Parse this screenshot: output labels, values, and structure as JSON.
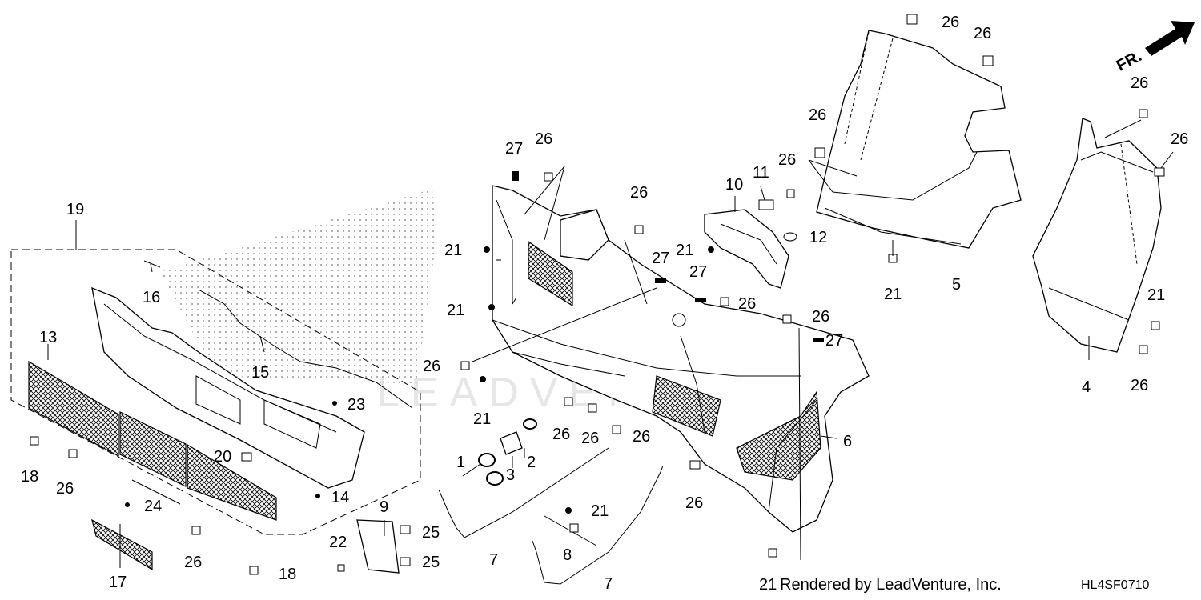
{
  "diagram": {
    "orientation_label": "FR.",
    "credit": "Rendered by LeadVenture, Inc.",
    "diagram_code": "HL4SF0710",
    "watermark": "LEADVENTURE",
    "callouts": [
      {
        "id": "c1",
        "label": "1"
      },
      {
        "id": "c2",
        "label": "2"
      },
      {
        "id": "c3",
        "label": "3"
      },
      {
        "id": "c4",
        "label": "4"
      },
      {
        "id": "c5",
        "label": "5"
      },
      {
        "id": "c6",
        "label": "6"
      },
      {
        "id": "c7a",
        "label": "7"
      },
      {
        "id": "c7b",
        "label": "7"
      },
      {
        "id": "c8",
        "label": "8"
      },
      {
        "id": "c9",
        "label": "9"
      },
      {
        "id": "c10",
        "label": "10"
      },
      {
        "id": "c11",
        "label": "11"
      },
      {
        "id": "c12",
        "label": "12"
      },
      {
        "id": "c13",
        "label": "13"
      },
      {
        "id": "c14",
        "label": "14"
      },
      {
        "id": "c15",
        "label": "15"
      },
      {
        "id": "c16",
        "label": "16"
      },
      {
        "id": "c17",
        "label": "17"
      },
      {
        "id": "c18a",
        "label": "18"
      },
      {
        "id": "c18b",
        "label": "18"
      },
      {
        "id": "c19",
        "label": "19"
      },
      {
        "id": "c20",
        "label": "20"
      },
      {
        "id": "c21a",
        "label": "21"
      },
      {
        "id": "c21b",
        "label": "21"
      },
      {
        "id": "c21c",
        "label": "21"
      },
      {
        "id": "c21d",
        "label": "21"
      },
      {
        "id": "c21e",
        "label": "21"
      },
      {
        "id": "c21f",
        "label": "21"
      },
      {
        "id": "c21g",
        "label": "21"
      },
      {
        "id": "c21h",
        "label": "21"
      },
      {
        "id": "c22",
        "label": "22"
      },
      {
        "id": "c23",
        "label": "23"
      },
      {
        "id": "c24",
        "label": "24"
      },
      {
        "id": "c25a",
        "label": "25"
      },
      {
        "id": "c25b",
        "label": "25"
      },
      {
        "id": "c26a",
        "label": "26"
      },
      {
        "id": "c26b",
        "label": "26"
      },
      {
        "id": "c26c",
        "label": "26"
      },
      {
        "id": "c26d",
        "label": "26"
      },
      {
        "id": "c26e",
        "label": "26"
      },
      {
        "id": "c26f",
        "label": "26"
      },
      {
        "id": "c26g",
        "label": "26"
      },
      {
        "id": "c26h",
        "label": "26"
      },
      {
        "id": "c26i",
        "label": "26"
      },
      {
        "id": "c26j",
        "label": "26"
      },
      {
        "id": "c26k",
        "label": "26"
      },
      {
        "id": "c26l",
        "label": "26"
      },
      {
        "id": "c26m",
        "label": "26"
      },
      {
        "id": "c26n",
        "label": "26"
      },
      {
        "id": "c26o",
        "label": "26"
      },
      {
        "id": "c26p",
        "label": "26"
      },
      {
        "id": "c26q",
        "label": "26"
      },
      {
        "id": "c26r",
        "label": "26"
      },
      {
        "id": "c27a",
        "label": "27"
      },
      {
        "id": "c27b",
        "label": "27"
      },
      {
        "id": "c27c",
        "label": "27"
      },
      {
        "id": "c27d",
        "label": "27"
      }
    ]
  }
}
